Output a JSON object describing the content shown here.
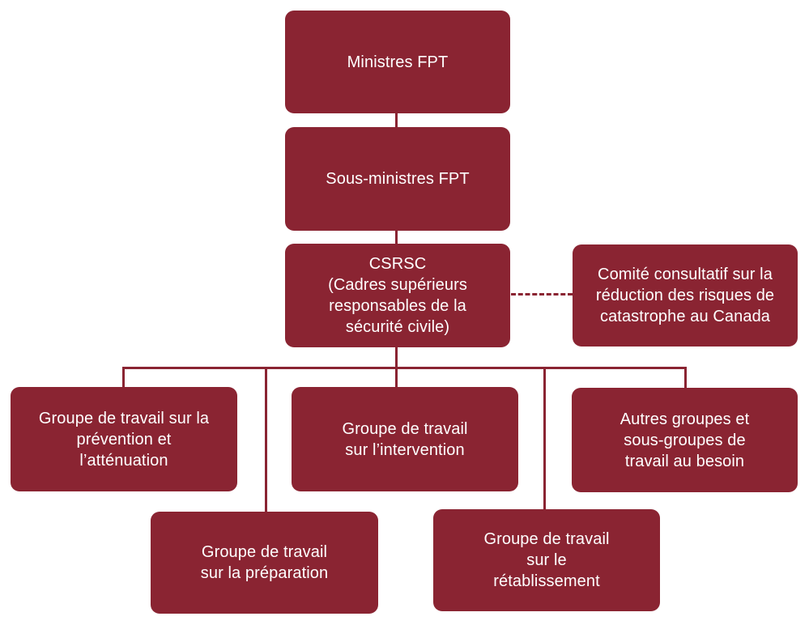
{
  "colors": {
    "box_fill": "#8A2432",
    "box_text": "#FFFFFF",
    "connector": "#8A2432",
    "background": "#FFFFFF"
  },
  "nodes": {
    "ministres": {
      "label": "Ministres FPT"
    },
    "sous_ministres": {
      "label": "Sous-ministres FPT"
    },
    "csrsc": {
      "label": "CSRSC\n(Cadres supérieurs\nresponsables de la\nsécurité civile)"
    },
    "comite": {
      "label": "Comité consultatif sur la\nréduction des risques de\ncatastrophe au Canada"
    },
    "prevention": {
      "label": "Groupe de travail sur la\nprévention et\nl’atténuation"
    },
    "preparation": {
      "label": "Groupe de travail\nsur la préparation"
    },
    "intervention": {
      "label": "Groupe de travail\nsur l’intervention"
    },
    "retablissement": {
      "label": "Groupe de travail\nsur le\nrétablissement"
    },
    "autres": {
      "label": "Autres groupes et\nsous-groupes de\ntravail au besoin"
    }
  },
  "edges": [
    {
      "from": "ministres",
      "to": "sous_ministres",
      "style": "solid"
    },
    {
      "from": "sous_ministres",
      "to": "csrsc",
      "style": "solid"
    },
    {
      "from": "csrsc",
      "to": "comite",
      "style": "dashed"
    },
    {
      "from": "csrsc",
      "to": "prevention",
      "style": "solid"
    },
    {
      "from": "csrsc",
      "to": "preparation",
      "style": "solid"
    },
    {
      "from": "csrsc",
      "to": "intervention",
      "style": "solid"
    },
    {
      "from": "csrsc",
      "to": "retablissement",
      "style": "solid"
    },
    {
      "from": "csrsc",
      "to": "autres",
      "style": "solid"
    }
  ]
}
